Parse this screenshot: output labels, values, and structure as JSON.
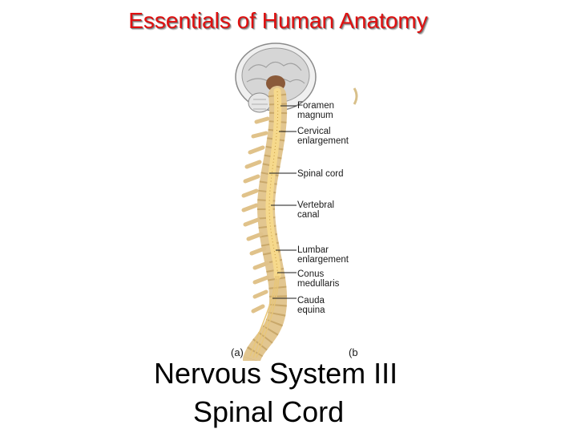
{
  "title": "Essentials of Human Anatomy",
  "figure": {
    "labels": [
      {
        "id": "foramen-magnum",
        "lines": [
          "Foramen",
          "magnum"
        ]
      },
      {
        "id": "cervical-enlargement",
        "lines": [
          "Cervical",
          "enlargement"
        ]
      },
      {
        "id": "spinal-cord",
        "lines": [
          "Spinal cord"
        ]
      },
      {
        "id": "vertebral-canal",
        "lines": [
          "Vertebral",
          "canal"
        ]
      },
      {
        "id": "lumbar-enlargement",
        "lines": [
          "Lumbar",
          "enlargement"
        ]
      },
      {
        "id": "conus-medullaris",
        "lines": [
          "Conus",
          "medullaris"
        ]
      },
      {
        "id": "cauda-equina",
        "lines": [
          "Cauda",
          "equina"
        ]
      }
    ],
    "panel_a": "(a)",
    "panel_b": "(b"
  },
  "subtitle": {
    "line1": "Nervous System III",
    "line2": "Spinal Cord"
  },
  "colors": {
    "title": "#e01010",
    "bone": "#e8cf9a",
    "cord": "#f5d78a",
    "brain": "#d9d9d9"
  }
}
